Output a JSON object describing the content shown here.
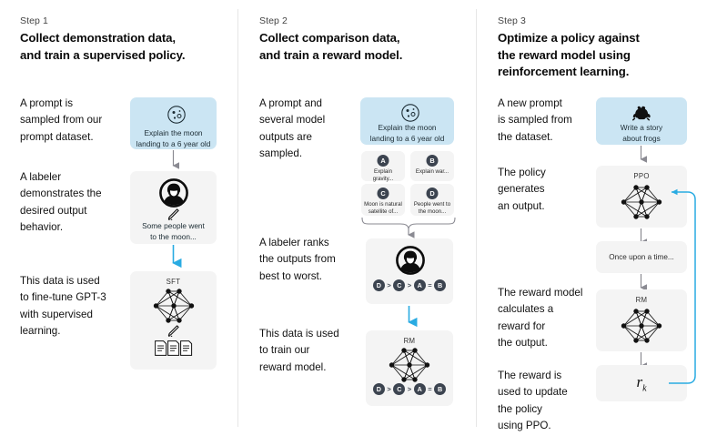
{
  "diagram": {
    "title": "RLHF three-step training diagram",
    "colors": {
      "blue_box": "#cbe5f3",
      "gray_box": "#f4f4f4",
      "accent_arrow": "#29abe2",
      "gray_arrow": "#8a8a92",
      "chip": "#3c4450",
      "divider": "#e6e6e6"
    }
  },
  "steps": [
    {
      "label": "Step 1",
      "title": "Collect demonstration data,\nand train a supervised policy.",
      "paragraphs": [
        "A prompt is\nsampled from our\nprompt dataset.",
        "A labeler\ndemonstrates the\ndesired output\nbehavior.",
        "This data is used\nto fine-tune GPT-3\nwith supervised\nlearning."
      ],
      "prompt_box": {
        "icon": "moon-icon",
        "caption": "Explain the moon\nlanding to a 6 year old"
      },
      "labeler_box": {
        "icon": "labeler-avatar-icon",
        "pencil": "pencil-icon",
        "caption": "Some people went\nto the moon..."
      },
      "model_box": {
        "title": "SFT",
        "icon": "neural-network-icon",
        "pencil": "pencil-icon",
        "documents": "documents-icon"
      }
    },
    {
      "label": "Step 2",
      "title": "Collect comparison data,\nand train a reward model.",
      "paragraphs": [
        "A prompt and\nseveral model\noutputs are\nsampled.",
        "A labeler ranks\nthe outputs from\nbest to worst.",
        "This data is used\nto train our\nreward model."
      ],
      "prompt_box": {
        "icon": "moon-icon",
        "caption": "Explain the moon\nlanding to a 6 year old"
      },
      "samples": [
        {
          "letter": "A",
          "text": "Explain gravity..."
        },
        {
          "letter": "B",
          "text": "Explain war..."
        },
        {
          "letter": "C",
          "text": "Moon is natural\nsatellite of..."
        },
        {
          "letter": "D",
          "text": "People went to\nthe moon..."
        }
      ],
      "ranking_box": {
        "icon": "labeler-avatar-icon",
        "ranking": [
          "D",
          ">",
          "C",
          ">",
          "A",
          "=",
          "B"
        ]
      },
      "model_box": {
        "title": "RM",
        "icon": "neural-network-icon",
        "ranking": [
          "D",
          ">",
          "C",
          ">",
          "A",
          "=",
          "B"
        ]
      }
    },
    {
      "label": "Step 3",
      "title": "Optimize a policy against\nthe reward model using\nreinforcement learning.",
      "paragraphs": [
        "A new prompt\nis sampled from\nthe dataset.",
        "The policy\ngenerates\nan output.",
        "The reward model\ncalculates a\nreward for\nthe output.",
        "The reward is\nused to update\nthe policy\nusing PPO."
      ],
      "prompt_box": {
        "icon": "frog-icon",
        "caption": "Write a story\nabout frogs"
      },
      "policy_box": {
        "title": "PPO",
        "icon": "neural-network-icon"
      },
      "output_box": {
        "text": "Once upon a time..."
      },
      "reward_model_box": {
        "title": "RM",
        "icon": "neural-network-icon"
      },
      "reward_box": {
        "symbol": "r",
        "subscript": "k"
      }
    }
  ]
}
